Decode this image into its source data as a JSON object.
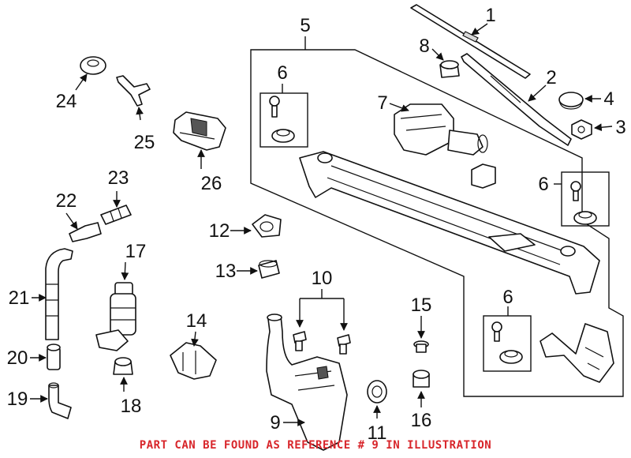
{
  "callouts": [
    "1",
    "2",
    "3",
    "4",
    "5",
    "6",
    "6",
    "6",
    "7",
    "8",
    "9",
    "10",
    "11",
    "12",
    "13",
    "14",
    "15",
    "16",
    "17",
    "18",
    "19",
    "20",
    "21",
    "22",
    "23",
    "24",
    "25",
    "26"
  ],
  "footer_note": "PART CAN BE FOUND AS REFERENCE # 9 IN ILLUSTRATION",
  "colors": {
    "note": "#d8262b",
    "line": "#111111"
  }
}
